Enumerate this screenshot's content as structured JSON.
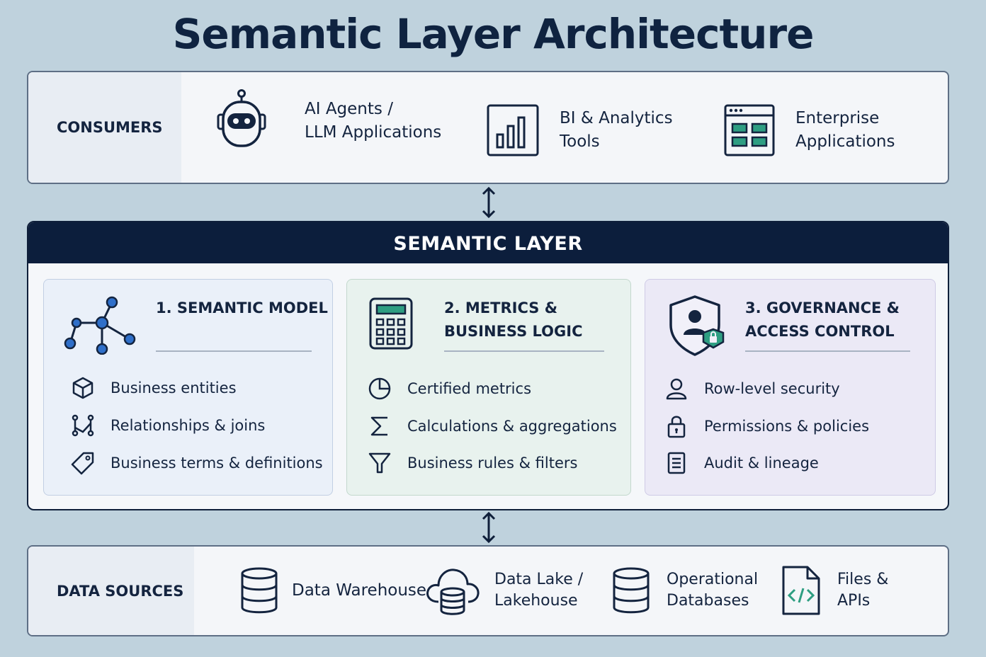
{
  "title": "Semantic Layer Architecture",
  "consumers": {
    "label": "CONSUMERS",
    "items": [
      {
        "icon": "robot-icon",
        "line1": "AI Agents /",
        "line2": "LLM Applications"
      },
      {
        "icon": "bar-chart-icon",
        "line1": "BI & Analytics",
        "line2": "Tools"
      },
      {
        "icon": "app-window-icon",
        "line1": "Enterprise",
        "line2": "Applications"
      }
    ]
  },
  "semantic_layer": {
    "header": "SEMANTIC LAYER",
    "cards": [
      {
        "icon": "network-graph-icon",
        "title_line1": "1. SEMANTIC MODEL",
        "title_line2": "",
        "features": [
          {
            "icon": "cube-icon",
            "label": "Business entities"
          },
          {
            "icon": "relationship-icon",
            "label": "Relationships & joins"
          },
          {
            "icon": "tag-icon",
            "label": "Business terms & definitions"
          }
        ]
      },
      {
        "icon": "calculator-icon",
        "title_line1": "2. METRICS &",
        "title_line2": "BUSINESS LOGIC",
        "features": [
          {
            "icon": "pie-chart-icon",
            "label": "Certified metrics"
          },
          {
            "icon": "sigma-icon",
            "label": "Calculations & aggregations"
          },
          {
            "icon": "filter-icon",
            "label": "Business rules & filters"
          }
        ]
      },
      {
        "icon": "shield-user-icon",
        "title_line1": "3. GOVERNANCE &",
        "title_line2": "ACCESS CONTROL",
        "features": [
          {
            "icon": "user-icon",
            "label": "Row-level security"
          },
          {
            "icon": "lock-icon",
            "label": "Permissions & policies"
          },
          {
            "icon": "document-icon",
            "label": "Audit & lineage"
          }
        ]
      }
    ]
  },
  "data_sources": {
    "label": "DATA SOURCES",
    "items": [
      {
        "icon": "database-icon",
        "line1": "Data Warehouse",
        "line2": ""
      },
      {
        "icon": "cloud-database-icon",
        "line1": "Data Lake /",
        "line2": "Lakehouse"
      },
      {
        "icon": "database-icon",
        "line1": "Operational",
        "line2": "Databases"
      },
      {
        "icon": "code-file-icon",
        "line1": "Files &",
        "line2": "APIs"
      }
    ]
  },
  "colors": {
    "background": "#bfd2dd",
    "navy": "#0c1e3c",
    "accent_blue": "#2f6fc9",
    "accent_teal": "#2e9e82"
  }
}
